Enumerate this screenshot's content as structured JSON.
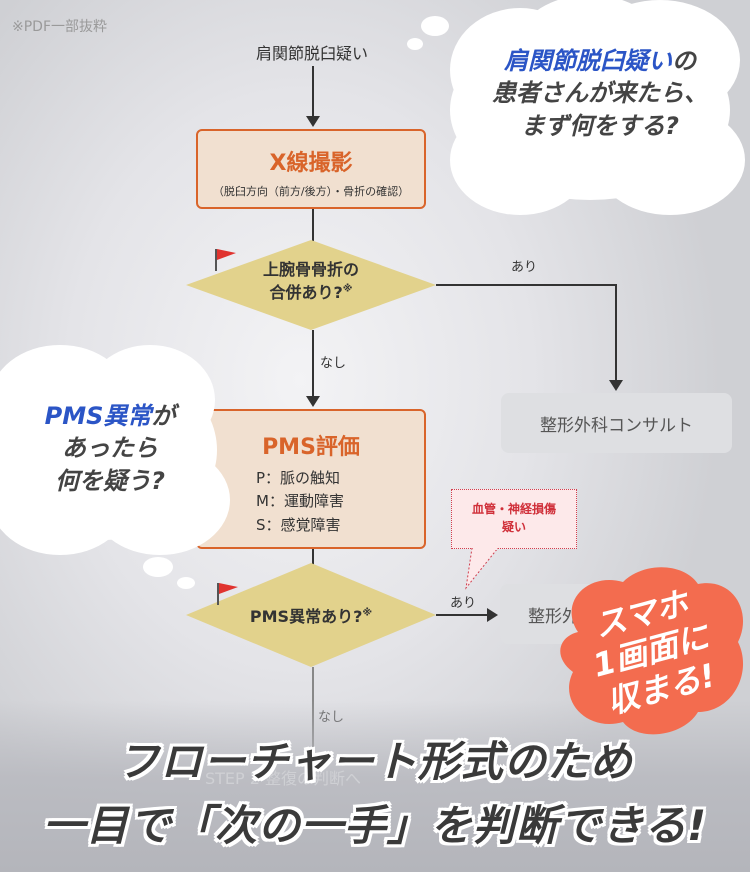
{
  "note": "※PDF一部抜粋",
  "flow": {
    "start": "肩関節脱臼疑い",
    "xray": {
      "title": "X線撮影",
      "sub": "（脱臼方向（前方/後方）・骨折の確認）"
    },
    "q1": {
      "line1": "上腕骨骨折の",
      "line2": "合併あり?",
      "mark": "※"
    },
    "q1_yes": "あり",
    "q1_no": "なし",
    "ortho": "整形外科コンサルト",
    "pms": {
      "title": "PMS評価",
      "p": "P：脈の触知",
      "m": "M：運動障害",
      "s": "S：感覚障害"
    },
    "q2": {
      "text": "PMS異常あり?",
      "mark": "※"
    },
    "q2_yes": "あり",
    "q2_no": "なし",
    "ortho2": "整形外",
    "callout": {
      "line1": "血管・神経損傷",
      "line2": "疑い"
    },
    "ghost_step": "STEP 2 整復の判断へ"
  },
  "cloud_top": {
    "line1_blue": "肩関節脱臼疑い",
    "line1_rest": "の",
    "line2": "患者さんが来たら、",
    "line3": "まず何をする?"
  },
  "cloud_left": {
    "line1_blue": "PMS異常",
    "line1_rest": "が",
    "line2": "あったら",
    "line3": "何を疑う?"
  },
  "burst": {
    "line1": "スマホ",
    "line2": "1画面に",
    "line3": "収まる!"
  },
  "headline": {
    "line1": "フローチャート形式のため",
    "line2": "一目で「次の一手」を判断できる!"
  },
  "colors": {
    "orange": "#d9642a",
    "blue": "#2b55c6",
    "diamond": "#e2d28c",
    "burst": "#f36c4f"
  }
}
